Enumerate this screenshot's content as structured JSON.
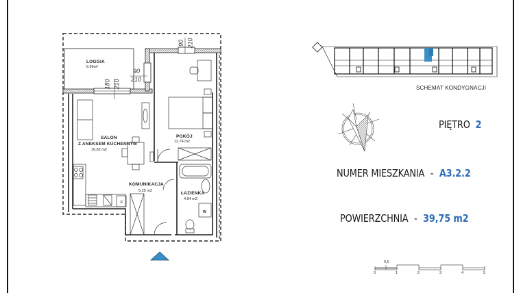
{
  "plan": {
    "rooms": [
      {
        "name": "LOGGIA",
        "area": "6.66m²"
      },
      {
        "name": "SALON",
        "name2": "Z ANEKSEM KUCHENNYM",
        "area": "16,82 m2"
      },
      {
        "name": "POKÓJ",
        "area": "12,74 m2"
      },
      {
        "name": "KOMUNIKACJA",
        "area": "5,25 m2"
      },
      {
        "name": "ŁAZIENKA",
        "area": "4,94 m2"
      }
    ],
    "dimensions": {
      "loggia_door": {
        "width": "180",
        "height": "210"
      },
      "room_door": {
        "width": "90",
        "height": "210"
      },
      "top_window": {
        "width": "90",
        "height": "210"
      }
    },
    "fixtures": {
      "fridge_label": "F",
      "washer_label": "W"
    },
    "entrance_marker_color": "#3a8fc7"
  },
  "floor_schema": {
    "title": "SCHEMAT KONDYGNACJI",
    "highlight_color": "#3a8fc7"
  },
  "info": {
    "floor_label": "PIĘTRO",
    "floor_value": "2",
    "apartment_label": "NUMER MIESZKANIA",
    "apartment_sep": "-",
    "apartment_value": "A3.2.2",
    "area_label": "POWIERZCHNIA",
    "area_sep": "-",
    "area_value": "39,75 m2",
    "accent_color": "#2f6db5"
  },
  "scale_bar": {
    "ticks": [
      "0",
      "1",
      "2",
      "3",
      "4",
      "5"
    ],
    "half_tick": "0,5"
  }
}
